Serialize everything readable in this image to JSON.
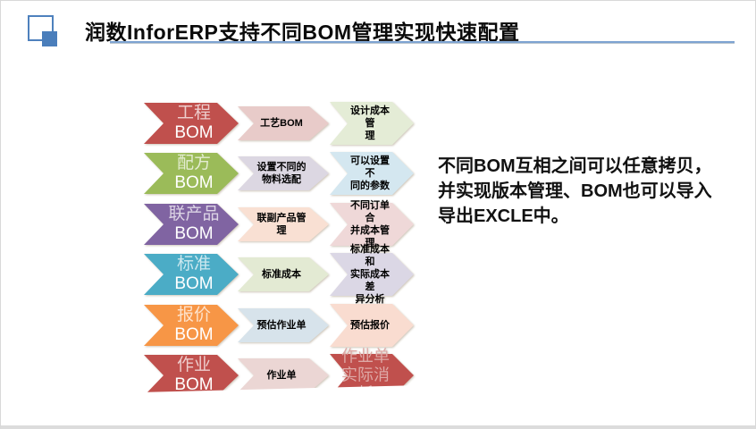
{
  "slide": {
    "title": "润数InforERP支持不同BOM管理实现快速配置",
    "accent_blue": "#4E81BD",
    "underline_color": "#7EA4D2"
  },
  "diagram": {
    "rows": [
      {
        "id": "engineering",
        "head": {
          "cn": "工程",
          "en": "BOM",
          "color": "#C0504D"
        },
        "step2": {
          "text": "工艺BOM",
          "color": "#E8CBC9"
        },
        "step3": {
          "text": "设计成本管\n理",
          "color": "#E4ECD6"
        }
      },
      {
        "id": "formula",
        "head": {
          "cn": "配方",
          "en": "BOM",
          "color": "#9BBB59"
        },
        "step2": {
          "text": "设置不同的\n物料选配",
          "color": "#DCD7E2"
        },
        "step3": {
          "text": "可以设置不\n同的参数",
          "color": "#D4E7F0"
        }
      },
      {
        "id": "joint-product",
        "head": {
          "cn": "联产品",
          "en": "BOM",
          "color": "#8064A2"
        },
        "step2": {
          "text": "联副产品管\n理",
          "color": "#F9E0D3"
        },
        "step3": {
          "text": "不同订单合\n并成本管理",
          "color": "#EFD8D8"
        }
      },
      {
        "id": "standard",
        "head": {
          "cn": "标准",
          "en": "BOM",
          "color": "#4BACC6"
        },
        "step2": {
          "text": "标准成本",
          "color": "#E3EAD3"
        },
        "step3": {
          "text": "标准成本和\n实际成本差\n异分析",
          "color": "#DBD7E5"
        }
      },
      {
        "id": "quote",
        "head": {
          "cn": "报价",
          "en": "BOM",
          "color": "#F79646"
        },
        "step2": {
          "text": "预估作业单",
          "color": "#D7E3EB"
        },
        "step3": {
          "text": "预估报价",
          "color": "#F9DCD0"
        }
      },
      {
        "id": "job",
        "head": {
          "cn": "作业",
          "en": "BOM",
          "color": "#C0504D"
        },
        "step2": {
          "text": "作业单",
          "color": "#EBD6D4"
        },
        "step3": {
          "text": "作业单\n实际消\n耗",
          "color": "#C0504D",
          "text_color": "#DEA9A6"
        }
      }
    ]
  },
  "note": {
    "text": "不同BOM互相之间可以任意拷贝，\n并实现版本管理、BOM也可以导入\n导出EXCLE中。"
  }
}
